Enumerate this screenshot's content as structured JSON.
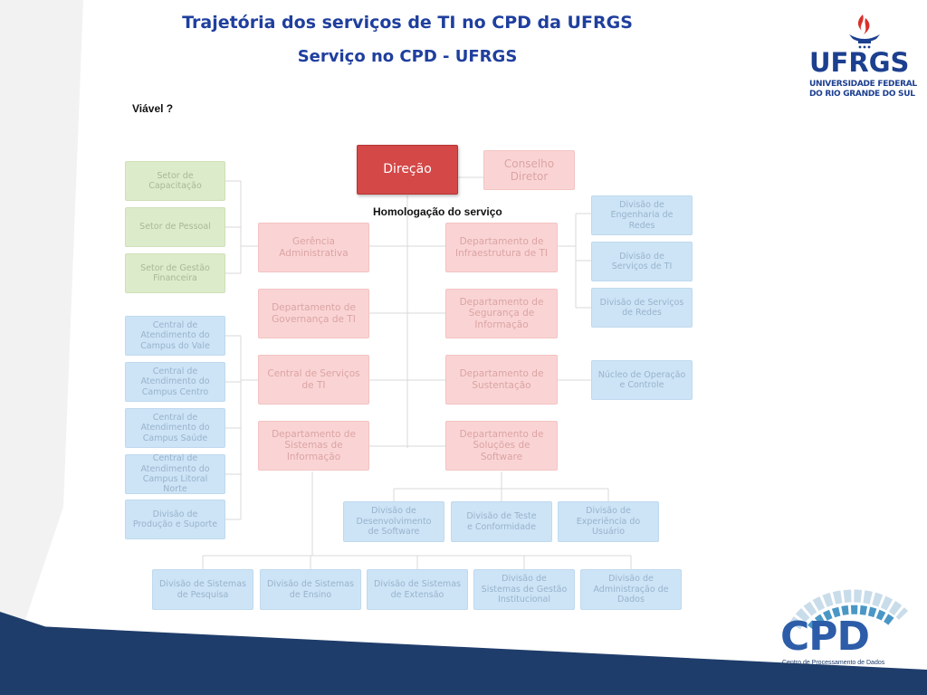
{
  "slide": {
    "title": "Trajetória dos serviços de TI no CPD da UFRGS",
    "subtitle": "Serviço no CPD - UFRGS",
    "question": "Viável ?",
    "annotation": "Homologação do serviço"
  },
  "ufrgs_logo": {
    "name": "UFRGS",
    "line1": "UNIVERSIDADE FEDERAL",
    "line2": "DO RIO GRANDE DO SUL"
  },
  "cpd_logo": {
    "name": "CPD",
    "caption": "Centro de Processamento de Dados"
  },
  "colors": {
    "title_blue": "#1f3f9e",
    "direcao_red": "#d44848",
    "footer_navy": "#1f3d6b"
  },
  "org": {
    "direcao": "Direção",
    "conselho": "Conselho\nDiretor",
    "left": [
      "Setor de\nCapacitação",
      "Setor de Pessoal",
      "Setor de Gestão\nFinanceira",
      "Central de\nAtendimento do\nCampus do Vale",
      "Central de\nAtendimento do\nCampus Centro",
      "Central de\nAtendimento do\nCampus Saúde",
      "Central de\nAtendimento do\nCampus Litoral Norte",
      "Divisão de\nProdução e Suporte"
    ],
    "center_left": [
      "Gerência\nAdministrativa",
      "Departamento de\nGovernança de TI",
      "Central de Serviços\nde TI",
      "Departamento de\nSistemas de\nInformação"
    ],
    "center_right": [
      "Departamento de\nInfraestrutura de TI",
      "Departamento de\nSegurança de\nInformação",
      "Departamento de\nSustentação",
      "Departamento de\nSoluções de\nSoftware"
    ],
    "right": [
      "Divisão de\nEngenharia de Redes",
      "Divisão de\nServiços de TI",
      "Divisão de Serviços\nde Redes",
      "Núcleo de Operação\ne Controle"
    ],
    "software_divisions": [
      "Divisão de\nDesenvolvimento\nde Software",
      "Divisão de Teste\ne Conformidade",
      "Divisão de\nExperiência do\nUsuário"
    ],
    "systems_divisions": [
      "Divisão de Sistemas\nde Pesquisa",
      "Divisão de Sistemas\nde Ensino",
      "Divisão de Sistemas\nde Extensão",
      "Divisão de\nSistemas de Gestão\nInstitucional",
      "Divisão de\nAdministração de\nDados"
    ]
  }
}
